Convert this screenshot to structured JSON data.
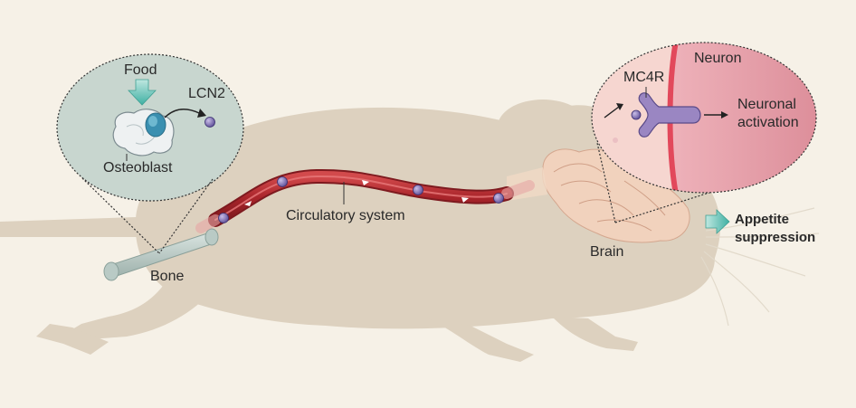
{
  "labels": {
    "food": "Food",
    "lcn2": "LCN2",
    "osteoblast": "Osteoblast",
    "bone": "Bone",
    "circulatory": "Circulatory system",
    "brain": "Brain",
    "mc4r": "MC4R",
    "neuron": "Neuron",
    "neuronal_activation_1": "Neuronal",
    "neuronal_activation_2": "activation",
    "appetite_1": "Appetite",
    "appetite_2": "suppression"
  },
  "colors": {
    "background": "#f6f1e7",
    "mouse_silhouette": "#ddd1bf",
    "vessel": "#b2282d",
    "molecule": "#6f5fa8",
    "receptor": "#9a86c2",
    "neuron_fill": "#e7a3ad",
    "inset_left": "#c8d6cf",
    "inset_right": "#f6d6d0",
    "teal_arrow": "#4fb5a8"
  }
}
